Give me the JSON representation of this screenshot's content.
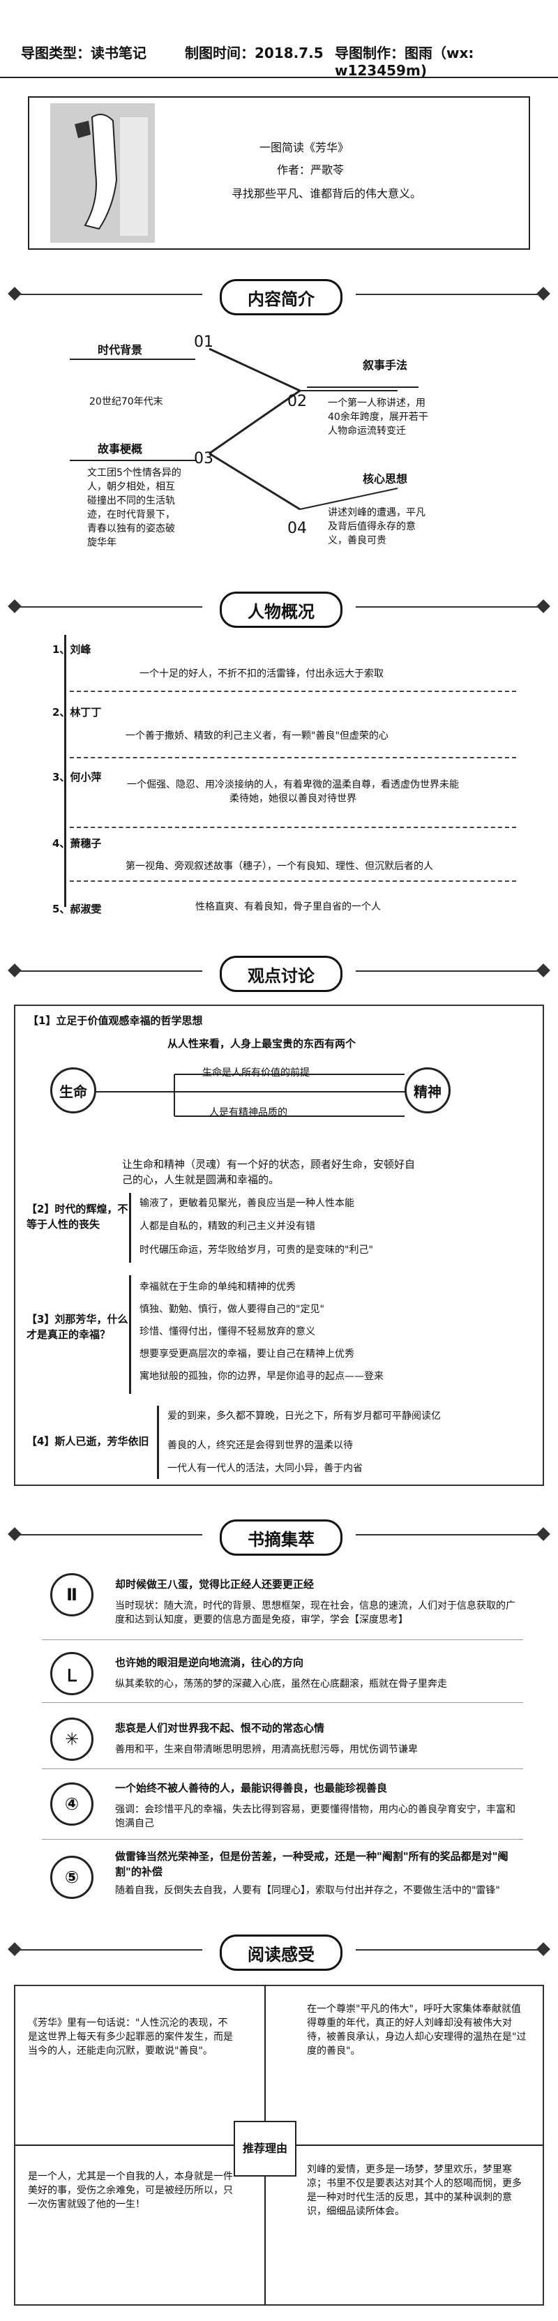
{
  "header": {
    "type_label": "导图类型：读书笔记",
    "date_label": "制图时间：2018.7.5",
    "author_label": "导图制作：图雨（wx: w123459m)"
  },
  "cover": {
    "title": "一图简读《芳华》",
    "author": "作者：严歌苓",
    "tagline": "寻找那些平凡、谁都背后的伟大意义。"
  },
  "sections": {
    "intro": "内容简介",
    "characters": "人物概况",
    "views": "观点讨论",
    "quotes": "书摘集萃",
    "review": "阅读感受"
  },
  "intro": {
    "time_bg": "时代背景",
    "time_text": "20世纪70年代末",
    "style": "叙事手法",
    "style_text": "一个第一人称讲述，用40余年跨度，展开若干人物命运流转变迁",
    "plot": "故事梗概",
    "plot_text": "文工团5个性情各异的人，朝夕相处，相互碰撞出不同的生活轨迹，在时代背景下，青春以独有的姿态破旋华年",
    "core": "核心思想",
    "core_text": "讲述刘峰的遭遇，平凡及背后值得永存的意义，善良可贵",
    "nums": [
      "01",
      "02",
      "03",
      "04"
    ]
  },
  "characters": [
    {
      "no": "1、刘峰",
      "desc": "一个十足的好人，不折不扣的活雷锋，付出永远大于索取"
    },
    {
      "no": "2、林丁丁",
      "desc": "一个善于撒娇、精致的利己主义者，有一颗\"善良\"但虚荣的心"
    },
    {
      "no": "3、何小萍",
      "desc": "一个倔强、隐忍、用冷淡接纳的人，有着卑微的温柔自尊，看透虚伪世界未能柔待她，她很以善良对待世界"
    },
    {
      "no": "4、萧穗子",
      "desc": "第一视角、旁观叙述故事（穗子），一个有良知、理性、但沉默后者的人"
    },
    {
      "no": "5、郝淑雯",
      "desc": "性格直爽、有着良知，骨子里自省的一个人"
    }
  ],
  "views": {
    "q1": "【1】立足于价值观感幸福的哲学思想",
    "q1_sub": "从人性来看，人身上最宝贵的东西有两个",
    "left": "生命",
    "right": "精神",
    "mid_top": "生命是人所有价值的前提",
    "mid_bottom": "人是有精神品质的",
    "q1_conclusion": "让生命和精神（灵魂）有一个好的状态，顾者好生命，安顿好自己的心，人生就是圆满和幸福的。",
    "q2": "【2】时代的辉煌，不等于人性的丧失",
    "q2_points": [
      "输液了，更敏着见聚光，善良应当是一种人性本能",
      "人都是自私的，精致的利己主义并没有错",
      "时代碾压命运，芳华败给岁月，可贵的是变味的\"利己\""
    ],
    "q3": "【3】刘那芳华，什么才是真正的幸福？",
    "q3_points": [
      "幸福就在于生命的单纯和精神的优秀",
      "慎独、勤勉、慎行，做人要得自己的\"定见\"",
      "珍惜、懂得付出，懂得不轻易放弃的意义",
      "想要享受更高层次的幸福，要让自己在精神上优秀",
      "寓地狱般的孤独，你的边界，早是你追寻的起点——登来"
    ],
    "q4": "【4】斯人已逝，芳华依旧",
    "q4_points": [
      "爱的到来，多久都不算晚，日光之下，所有岁月都可平静阅读亿",
      "善良的人，终究还是会得到世界的温柔以待",
      "一代人有一代人的活法，大同小异，善于内省"
    ]
  },
  "quotes": [
    {
      "icon": "Ⅱ",
      "title": "却时候做王八蛋，觉得比正经人还要更正经",
      "body": "当时现状：随大流，时代的背景、思想框架，现在社会，信息的速流，人们对于信息获取的广度和达到认知度，更要的信息方面是免疫，审学，学会【深度思考】"
    },
    {
      "icon": "Ｌ",
      "title": "也许她的眼泪是逆向地流淌，往心的方向",
      "body": "纵其柔软的心，荡荡的梦的深藏入心底，虽然在心底翻滚，瓶就在骨子里奔走"
    },
    {
      "icon": "✳",
      "title": "悲哀是人们对世界我不起、恨不动的常态心情",
      "body": "善用和平，生来自带清晰思明思辨，用清高抚慰污辱，用忧伤调节谦卑"
    },
    {
      "icon": "④",
      "title": "一个始终不被人善待的人，最能识得善良，也最能珍视善良",
      "body": "强调：会珍惜平凡的幸福，失去比得到容易，更要懂得惜物，用内心的善良孕育安宁，丰富和饱满自己"
    },
    {
      "icon": "⑤",
      "title": "做雷锋当然光荣神圣，但是份苦差，一种受戒，还是一种\"阉割\"所有的奖品都是对\"阉割\"的补偿",
      "body": "随着自我，反倒失去自我，人要有【同理心】，索取与付出并存之，不要做生活中的\"雷锋\""
    }
  ],
  "review": {
    "left_top": "《芳华》里有一句话说：\"人性沉沦的表现，不是这世界上每天有多少起罪恶的案件发生，而是当今的人，还能走向沉默，要敢说\"善良\"。",
    "left_bottom": "是一个人，尤其是一个自我的人，本身就是一件美好的事，受伤之余难免，可是被经历所以，只一次伤害就毁了他的一生！",
    "center": "推荐理由",
    "right_top": "在一个尊崇\"平凡的伟大\"，呼吁大家集体奉献就值得尊重的年代，真正的好人刘峰却没有被伟大对待，被善良承认，身边人却心安理得的温热在是\"过度的善良\"。",
    "right_bottom": "刘峰的爱情，更多是一场梦，梦里欢乐，梦里寒凉；书里不仅是要表达对其个人的怒喝而悯，更多是一种对时代生活的反思，其中的某种讽刺的意识，细细品读所体会。"
  }
}
